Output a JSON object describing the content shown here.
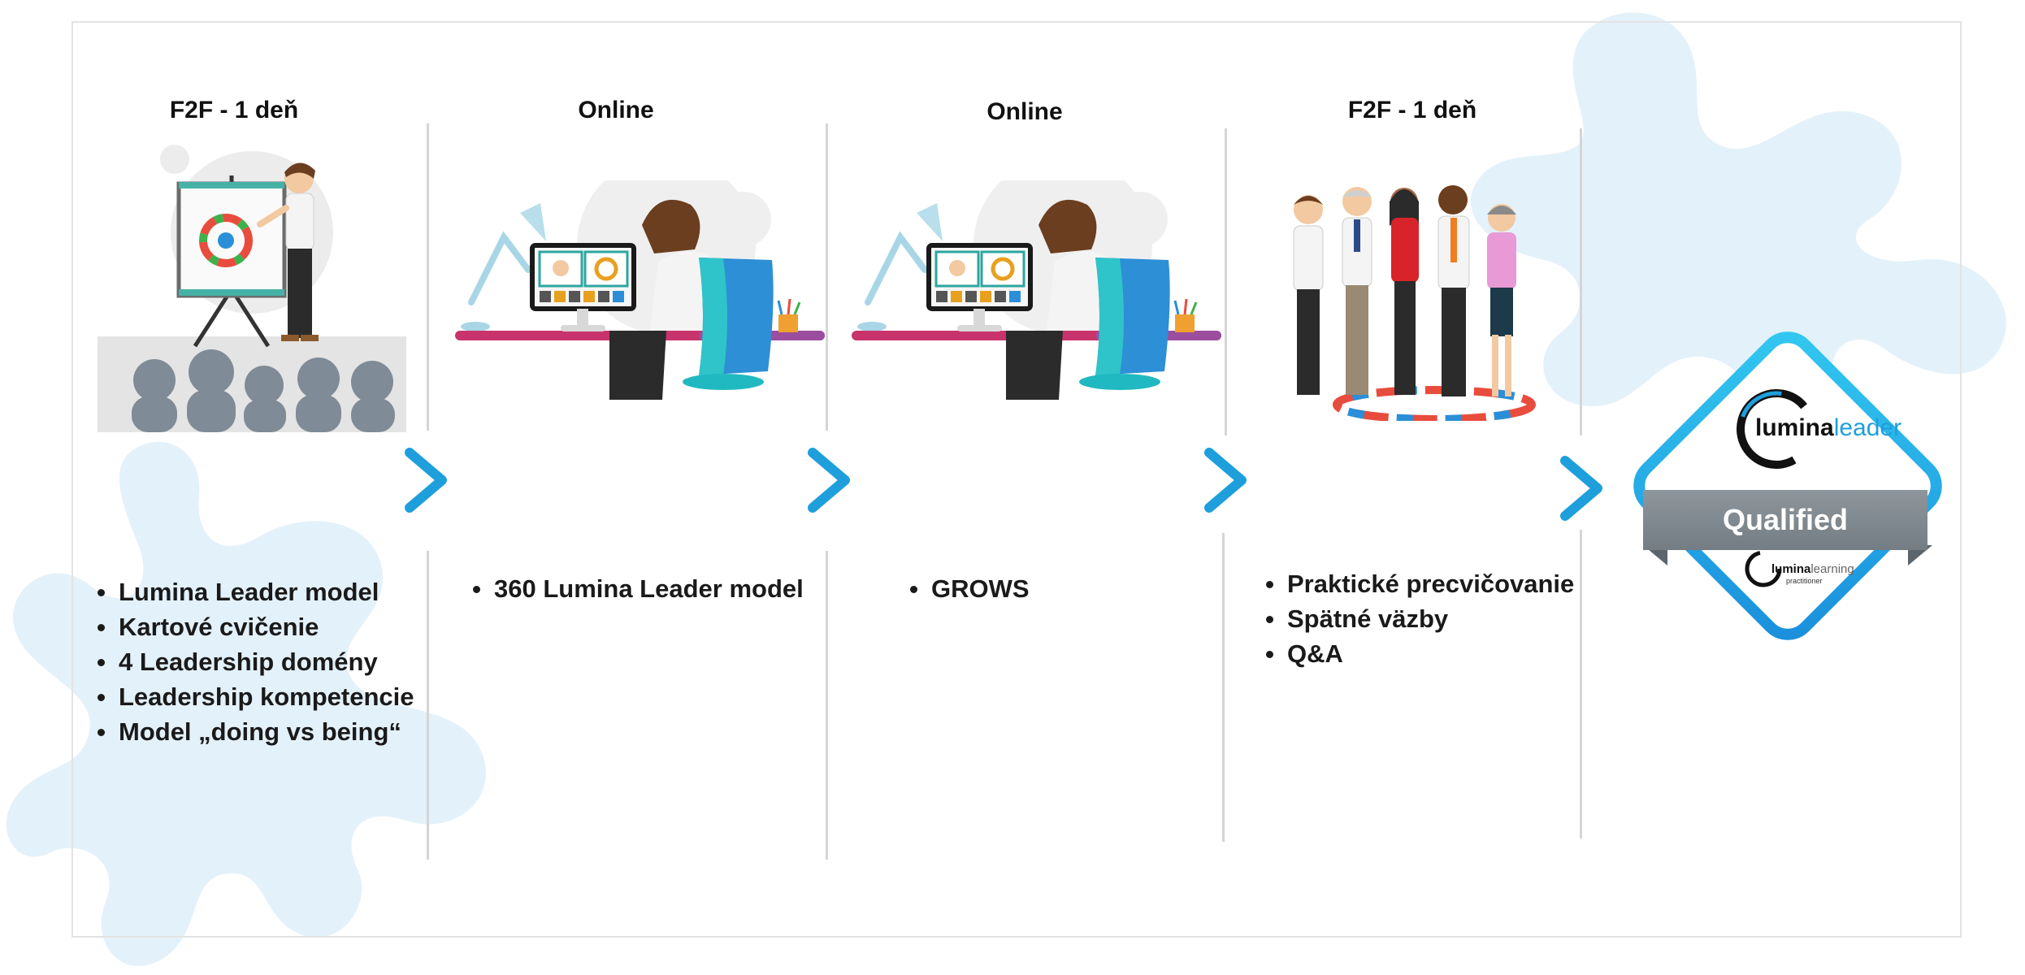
{
  "stages": [
    {
      "heading": "F2F - 1 deň",
      "illustration": "presenter-with-flipchart-and-audience",
      "items": [
        "Lumina Leader model",
        "Kartové cvičenie",
        "4 Leadership domény",
        "Leadership kompetencie",
        "Model „doing vs being“"
      ]
    },
    {
      "heading": "Online",
      "illustration": "person-at-computer-video-call",
      "items": [
        "360 Lumina Leader model"
      ]
    },
    {
      "heading": "Online",
      "illustration": "person-at-computer-video-call",
      "items": [
        "GROWS"
      ]
    },
    {
      "heading": "F2F - 1 deň",
      "illustration": "group-of-colleagues-standing",
      "items": [
        "Praktické precvičovanie",
        "Spätné väzby",
        "Q&A"
      ]
    }
  ],
  "badge": {
    "logo_prefix": "lumina",
    "logo_suffix": "leader",
    "ribbon_label": "Qualified",
    "sub_logo_prefix": "lumina",
    "sub_logo_suffix": "learning",
    "sub_logo_caption": "practitioner"
  },
  "colors": {
    "accent_blue": "#1e9fdc",
    "splash_blue": "#e3f1fa",
    "divider_gray": "#d5d5d5",
    "ribbon_gray": "#80898f"
  },
  "icons": [
    "chevron-right-icon"
  ]
}
